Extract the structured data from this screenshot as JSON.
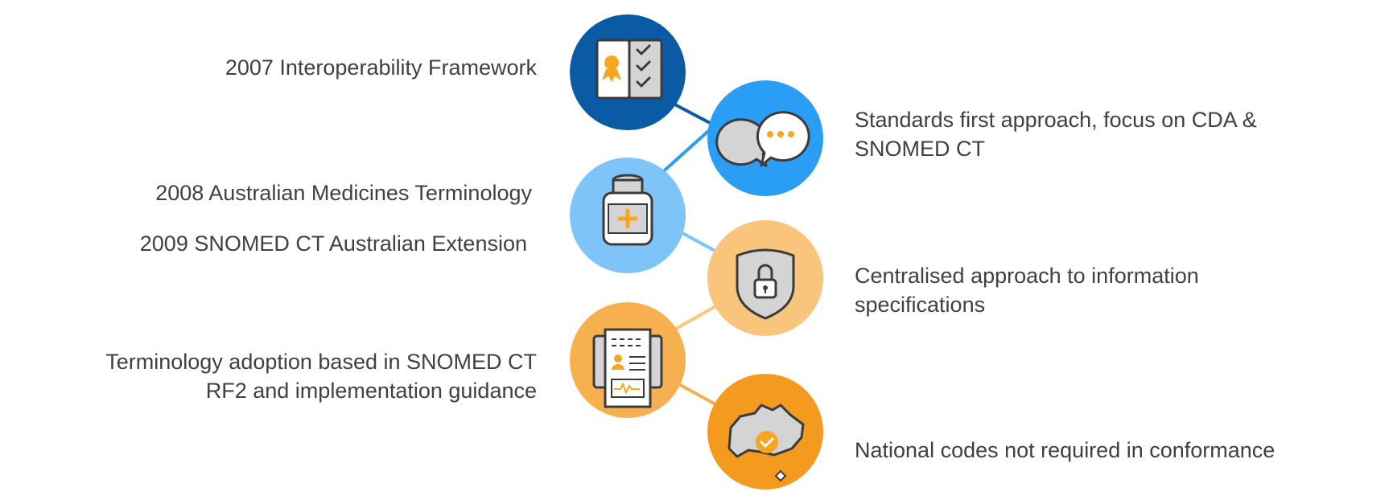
{
  "left_labels": {
    "interoperability": "2007 Interoperability Framework",
    "amt": "2008 Australian Medicines Terminology",
    "snomed_ext": "2009 SNOMED CT Australian Extension",
    "adoption_line1": "Terminology adoption based in SNOMED CT",
    "adoption_line2": "RF2 and implementation guidance"
  },
  "right_labels": {
    "standards_line1": "Standards first approach, focus on CDA &",
    "standards_line2": "SNOMED CT",
    "centralised_line1": "Centralised approach to information",
    "centralised_line2": "specifications",
    "national_codes": "National codes not required in conformance"
  },
  "colors": {
    "dark_blue": "#0a5aa6",
    "mid_blue": "#2a9df4",
    "light_blue": "#7fc4f8",
    "light_orange": "#f9c47c",
    "mid_orange": "#f6b04f",
    "dark_orange": "#f39a1f",
    "icon_fill": "#d4d4d4",
    "icon_stroke": "#3b3b3b",
    "accent_orange": "#f5a623",
    "text": "#404040"
  },
  "icons": [
    "certificate-checklist-icon",
    "speech-bubbles-icon",
    "medicine-bottle-icon",
    "shield-lock-icon",
    "medical-report-icon",
    "australia-map-check-icon"
  ]
}
